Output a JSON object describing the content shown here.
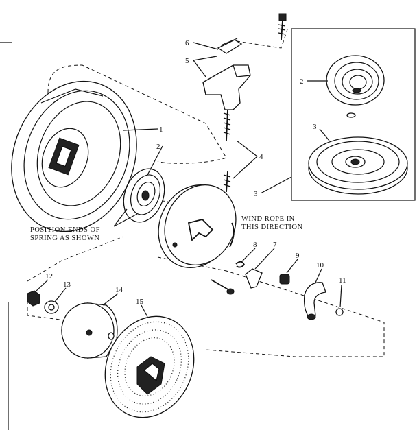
{
  "callouts": [
    {
      "id": "c1",
      "text": "1"
    },
    {
      "id": "c2a",
      "text": "2"
    },
    {
      "id": "c2b",
      "text": "2"
    },
    {
      "id": "c3a",
      "text": "3"
    },
    {
      "id": "c3b",
      "text": "3"
    },
    {
      "id": "c4",
      "text": "4"
    },
    {
      "id": "c5",
      "text": "5"
    },
    {
      "id": "c6",
      "text": "6"
    },
    {
      "id": "c7",
      "text": "7"
    },
    {
      "id": "c8",
      "text": "8"
    },
    {
      "id": "c9",
      "text": "9"
    },
    {
      "id": "c10",
      "text": "10"
    },
    {
      "id": "c11",
      "text": "11"
    },
    {
      "id": "c12",
      "text": "12"
    },
    {
      "id": "c13",
      "text": "13"
    },
    {
      "id": "c14",
      "text": "14"
    },
    {
      "id": "c15",
      "text": "15"
    }
  ],
  "notes": {
    "spring_line1": "POSITION ENDS OF",
    "spring_line2": "SPRING AS SHOWN",
    "rope_line1": "WIND ROPE IN",
    "rope_line2": "THIS DIRECTION"
  }
}
